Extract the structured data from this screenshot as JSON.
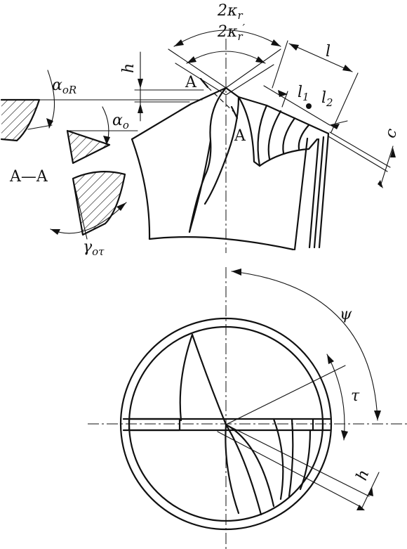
{
  "labels": {
    "two_kappa_r": "2κr",
    "two_kappa_r_prime": "2κ′r",
    "l": "l",
    "l1": "l1",
    "l2": "l2",
    "h_top": "h",
    "A_upper": "A",
    "A_lower": "A",
    "alpha_oR": "αoR",
    "alpha_o": "αo",
    "section_label": "A—A",
    "gamma_otau": "γoτ",
    "c": "c",
    "psi": "ψ",
    "tau": "τ",
    "h_bottom": "h"
  },
  "label_parts": {
    "two_kappa_r": {
      "main": "2κ",
      "sub": "r"
    },
    "two_kappa_r_prime": {
      "main": "2κ",
      "sub": "r",
      "sup": "′"
    },
    "l1": {
      "main": "l",
      "sub": "1"
    },
    "l2": {
      "main": "l",
      "sub": "2"
    },
    "alpha_oR": {
      "main": "α",
      "sub": "oR"
    },
    "alpha_o": {
      "main": "α",
      "sub": "o"
    },
    "gamma_otau": {
      "main": "γ",
      "sub": "oτ"
    }
  }
}
